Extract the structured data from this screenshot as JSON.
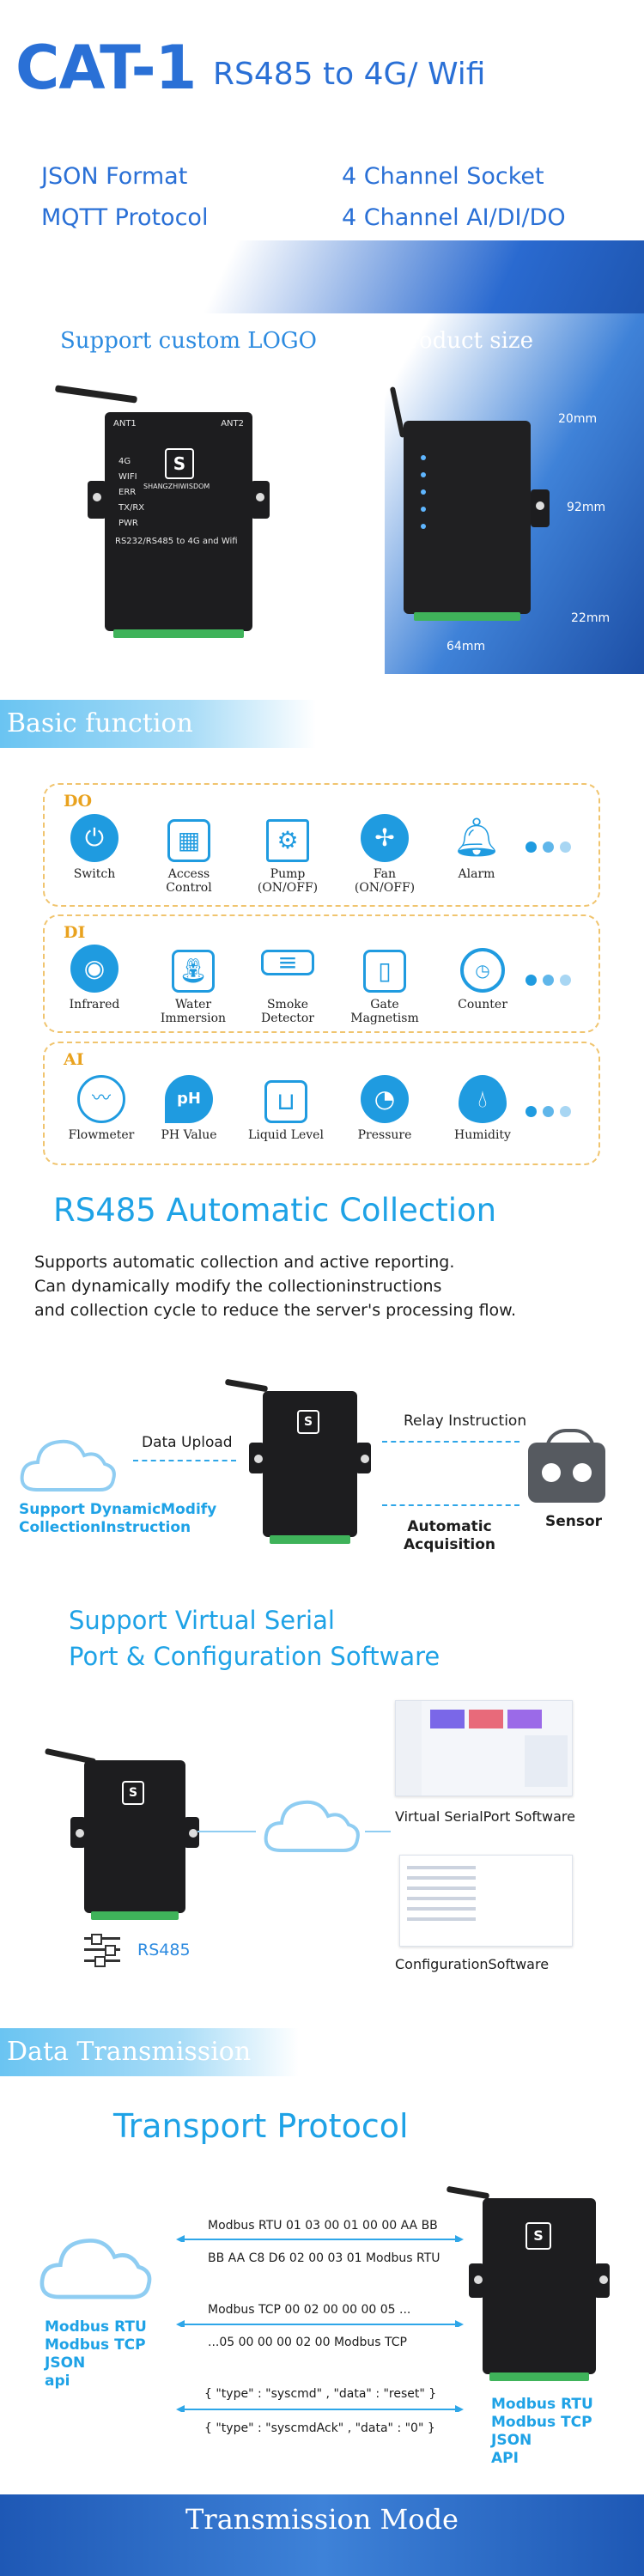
{
  "header": {
    "title": "CAT-1",
    "subtitle": "RS485 to 4G/ Wifi",
    "features": [
      "JSON Format",
      "MQTT Protocol",
      "4 Channel Socket",
      "4 Channel AI/DI/DO"
    ]
  },
  "hero": {
    "logo_caption": "Support custom LOGO",
    "size_caption": "Product size",
    "dims": {
      "height": "92mm",
      "width": "64mm",
      "depth_top": "20mm",
      "depth_bottom": "22mm"
    },
    "device": {
      "ant1": "ANT1",
      "ant2": "ANT2",
      "leds": [
        "4G",
        "WIFI",
        "ERR",
        "TX/RX",
        "PWR"
      ],
      "brand": "SHANGZHIWISDOM",
      "model": "RS232/RS485 to 4G and Wifi"
    }
  },
  "basic": {
    "banner": "Basic function",
    "groups": [
      {
        "label": "DO",
        "items": [
          {
            "label": "Switch",
            "icon": "power-icon"
          },
          {
            "label": "Access\nControl",
            "icon": "access-control-icon"
          },
          {
            "label": "Pump\n(ON/OFF)",
            "icon": "pump-icon"
          },
          {
            "label": "Fan\n(ON/OFF)",
            "icon": "fan-icon"
          },
          {
            "label": "Alarm",
            "icon": "bell-icon"
          }
        ]
      },
      {
        "label": "DI",
        "items": [
          {
            "label": "Infrared",
            "icon": "infrared-icon"
          },
          {
            "label": "Water\nImmersion",
            "icon": "water-tap-icon"
          },
          {
            "label": "Smoke\nDetector",
            "icon": "smoke-detector-icon"
          },
          {
            "label": "Gate\nMagnetism",
            "icon": "gate-magnet-icon"
          },
          {
            "label": "Counter",
            "icon": "stopwatch-icon"
          }
        ]
      },
      {
        "label": "AI",
        "items": [
          {
            "label": "Flowmeter",
            "icon": "flowmeter-icon"
          },
          {
            "label": "PH Value",
            "icon": "ph-icon"
          },
          {
            "label": "Liquid Level",
            "icon": "liquid-level-icon"
          },
          {
            "label": "Pressure",
            "icon": "pressure-gauge-icon"
          },
          {
            "label": "Humidity",
            "icon": "humidity-icon"
          }
        ]
      }
    ],
    "dot_colors": [
      "#1f9be0",
      "#5fb6ea",
      "#a8d6f3"
    ]
  },
  "collection": {
    "title": "RS485 Automatic Collection",
    "lines": [
      "Supports automatic collection and active reporting.",
      "Can dynamically modify the collectioninstructions",
      "and collection cycle to reduce the server's processing flow."
    ],
    "data_upload": "Data Upload",
    "relay": "Relay Instruction",
    "auto_acq": "Automatic\nAcquisition",
    "sensor": "Sensor",
    "cloud_label": "Support DynamicModify\nCollectionInstruction"
  },
  "virtual": {
    "title_line1": "Support Virtual Serial",
    "title_line2": "Port & Configuration Software",
    "vsp_label": "Virtual SerialPort Software",
    "config_label": "ConfigurationSoftware",
    "rs485": "RS485"
  },
  "transmission": {
    "banner": "Data Transmission",
    "title": "Transport Protocol",
    "messages": [
      "Modbus RTU 01 03 00 01 00 00 AA BB",
      "BB AA C8 D6 02 00 03 01 Modbus RTU",
      "Modbus TCP 00 02 00 00 00 05 ...",
      "...05 00 00 00 02 00 Modbus TCP",
      "{ \"type\" : \"syscmd\" , \"data\" : \"reset\" }",
      "{ \"type\" : \"syscmdAck\" , \"data\" : \"0\" }"
    ],
    "left_protocols": [
      "Modbus RTU",
      "Modbus TCP",
      "JSON",
      "api"
    ],
    "right_protocols": [
      "Modbus RTU",
      "Modbus TCP",
      "JSON",
      "API"
    ]
  },
  "footer": {
    "title": "Transmission Mode"
  },
  "colors": {
    "brand_blue": "#2a70d6",
    "accent_cyan": "#1ea2e6",
    "group_border": "#f0c46e",
    "group_label": "#e9a21e"
  }
}
